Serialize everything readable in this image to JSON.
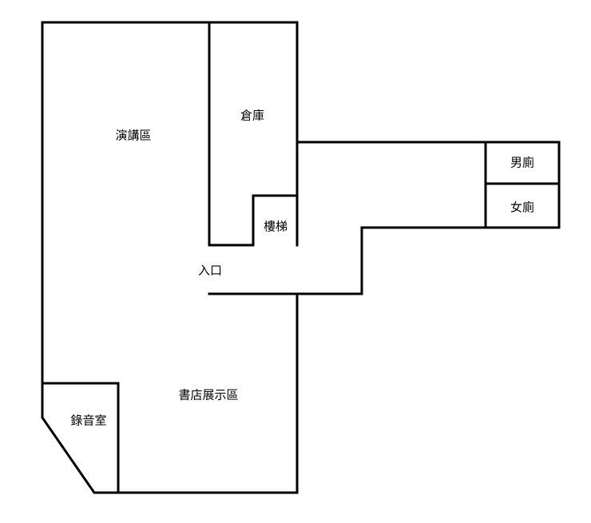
{
  "floor_plan": {
    "rooms": {
      "lecture_area": "演講區",
      "storage": "倉庫",
      "stairs": "樓梯",
      "entrance": "入口",
      "mens_restroom": "男廁",
      "womens_restroom": "女廁",
      "bookstore_exhibition": "書店展示區",
      "recording_room": "錄音室"
    },
    "colors": {
      "wall": "#000000",
      "background": "#ffffff"
    }
  }
}
